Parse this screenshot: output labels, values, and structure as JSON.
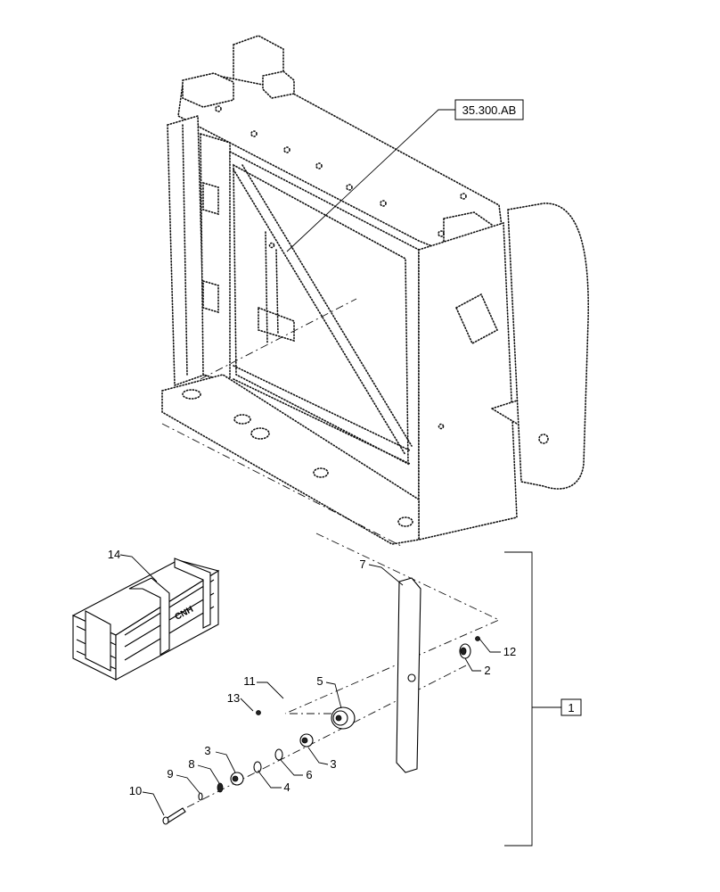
{
  "reference_label": "35.300.AB",
  "group_label": "1",
  "crate_marking": "CNH",
  "callouts": [
    {
      "id": "c14",
      "text": "14"
    },
    {
      "id": "c7",
      "text": "7"
    },
    {
      "id": "c12",
      "text": "12"
    },
    {
      "id": "c2",
      "text": "2"
    },
    {
      "id": "c11",
      "text": "11"
    },
    {
      "id": "c13",
      "text": "13"
    },
    {
      "id": "c5",
      "text": "5"
    },
    {
      "id": "c3a",
      "text": "3"
    },
    {
      "id": "c3b",
      "text": "3"
    },
    {
      "id": "c6",
      "text": "6"
    },
    {
      "id": "c4",
      "text": "4"
    },
    {
      "id": "c8",
      "text": "8"
    },
    {
      "id": "c9",
      "text": "9"
    },
    {
      "id": "c10",
      "text": "10"
    }
  ]
}
